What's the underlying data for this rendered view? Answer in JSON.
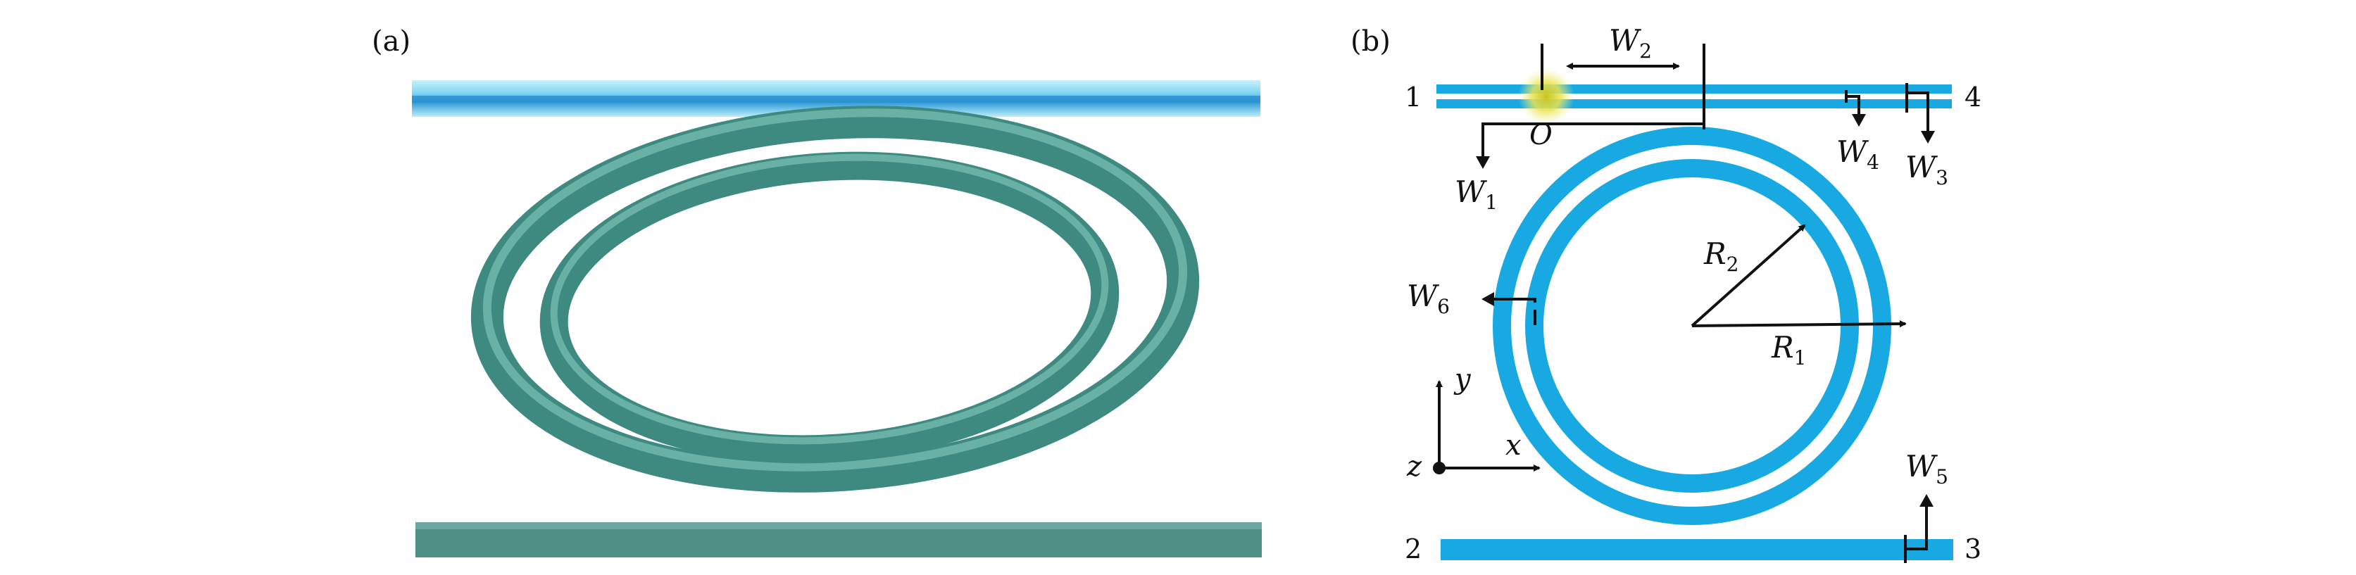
{
  "panel_a": {
    "label": "(a)",
    "colors": {
      "top_waveguide": "#6cc8ea",
      "rings": "#3f8f86",
      "bottom_waveguide": "#4f8f86"
    }
  },
  "panel_b": {
    "label": "(b)",
    "colors": {
      "waveguide": "#18a9e3",
      "annotation": "#111111",
      "origin_glow": "#e7e34a"
    },
    "ports": {
      "p1": "1",
      "p2": "2",
      "p3": "3",
      "p4": "4"
    },
    "origin_label": "O",
    "dimensions": {
      "w1": "W",
      "w1_sub": "1",
      "w2": "W",
      "w2_sub": "2",
      "w3": "W",
      "w3_sub": "3",
      "w4": "W",
      "w4_sub": "4",
      "w5": "W",
      "w5_sub": "5",
      "w6": "W",
      "w6_sub": "6",
      "r1": "R",
      "r1_sub": "1",
      "r2": "R",
      "r2_sub": "2"
    },
    "axes": {
      "x": "x",
      "y": "y",
      "z": "z"
    }
  }
}
